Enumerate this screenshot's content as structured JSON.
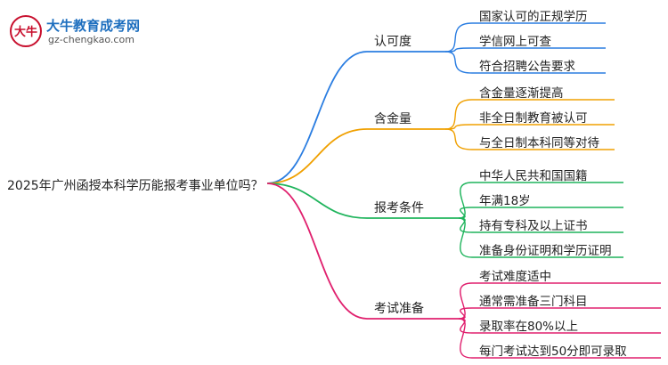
{
  "logo": {
    "title": "大牛教育成考网",
    "url": "gz-chengkao.com",
    "mark_text": "大牛"
  },
  "root": {
    "label": "2025年广州函授本科学历能报考事业单位吗？"
  },
  "branches": [
    {
      "label": "认可度",
      "color": "#2a7de1",
      "leaves": [
        "国家认可的正规学历",
        "学信网上可查",
        "符合招聘公告要求"
      ]
    },
    {
      "label": "含金量",
      "color": "#f0a000",
      "leaves": [
        "含金量逐渐提高",
        "非全日制教育被认可",
        "与全日制本科同等对待"
      ]
    },
    {
      "label": "报考条件",
      "color": "#1fb45c",
      "leaves": [
        "中华人民共和国国籍",
        "年满18岁",
        "持有专科及以上证书",
        "准备身份证明和学历证明"
      ]
    },
    {
      "label": "考试准备",
      "color": "#e0206e",
      "leaves": [
        "考试难度适中",
        "通常需准备三门科目",
        "录取率在80%以上",
        "每门考试达到50分即可录取"
      ]
    }
  ]
}
